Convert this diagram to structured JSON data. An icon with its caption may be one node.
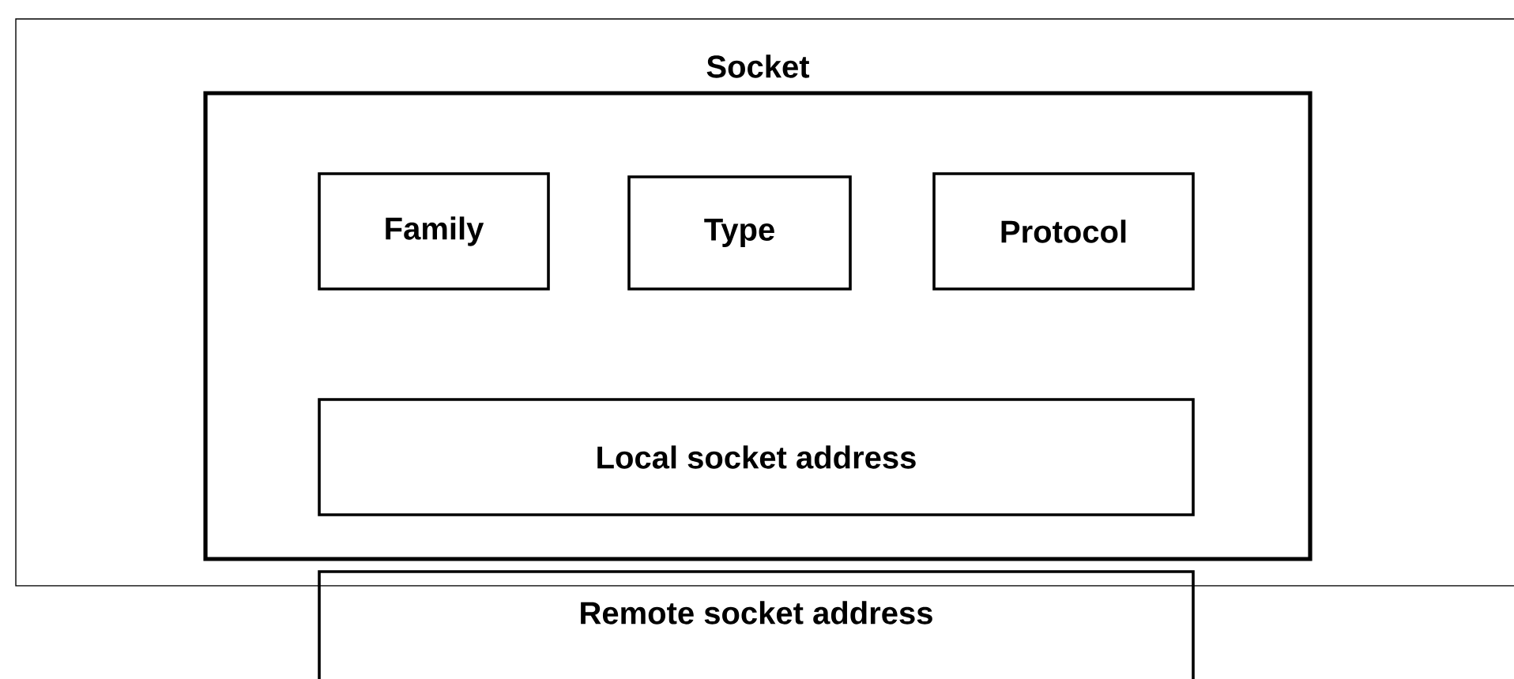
{
  "diagram": {
    "nodes": [
      {
        "text": [
          "Socket"
        ]
      },
      {
        "text": [
          "Family"
        ],
        "in": 0
      },
      {
        "text": [
          "Type"
        ],
        "in": 0
      },
      {
        "text": [
          "Protocol"
        ],
        "in": 0
      },
      {
        "text": [
          "Local socket address"
        ],
        "in": 0
      },
      {
        "text": [
          "Remote socket address"
        ]
      }
    ]
  }
}
